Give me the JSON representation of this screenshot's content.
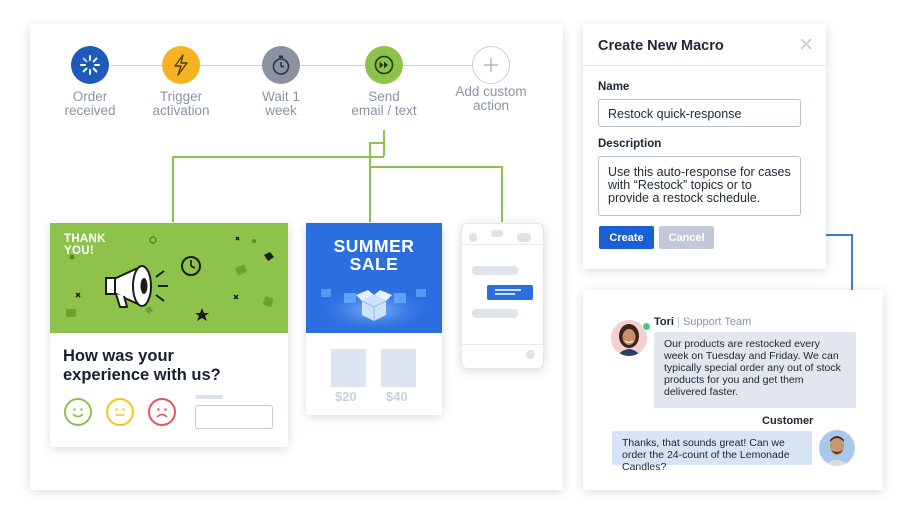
{
  "workflow": {
    "steps": [
      {
        "label_line1": "Order",
        "label_line2": "received",
        "icon": "spinner-icon",
        "color": "#1e5ab8"
      },
      {
        "label_line1": "Trigger",
        "label_line2": "activation",
        "icon": "lightning-icon",
        "color": "#f5b324"
      },
      {
        "label_line1": "Wait 1",
        "label_line2": "week",
        "icon": "stopwatch-icon",
        "color": "#8b93a3"
      },
      {
        "label_line1": "Send",
        "label_line2": "email / text",
        "icon": "fast-forward-icon",
        "color": "#8dc24b"
      },
      {
        "label_line1": "Add custom",
        "label_line2": "action",
        "icon": "plus-icon",
        "color": "#c9cdd6"
      }
    ]
  },
  "thank_card": {
    "title_line1": "THANK",
    "title_line2": "YOU!",
    "question_line1": "How was your",
    "question_line2": "experience with us?",
    "colors": {
      "banner": "#8dc24b",
      "happy": "#8dc24b",
      "neutral": "#f5c518",
      "sad": "#e8525a"
    }
  },
  "sale_card": {
    "title_line1": "SUMMER",
    "title_line2": "SALE",
    "prices": [
      "$20",
      "$40"
    ],
    "color": "#2a6ee0"
  },
  "macro": {
    "title": "Create New Macro",
    "name_label": "Name",
    "name_value": "Restock quick-response",
    "description_label": "Description",
    "description_value": "Use this auto-response for cases with “Restock” topics or to provide a restock schedule.",
    "create_label": "Create",
    "cancel_label": "Cancel"
  },
  "chat": {
    "agent_name": "Tori",
    "agent_team": "Support Team",
    "agent_message": "Our products are restocked every week on Tuesday and Friday. We can typically special order any out of stock products for you and get them delivered faster.",
    "customer_name": "Customer",
    "customer_message": "Thanks, that sounds great! Can we order the 24-count of the Lemonade Candles?"
  }
}
